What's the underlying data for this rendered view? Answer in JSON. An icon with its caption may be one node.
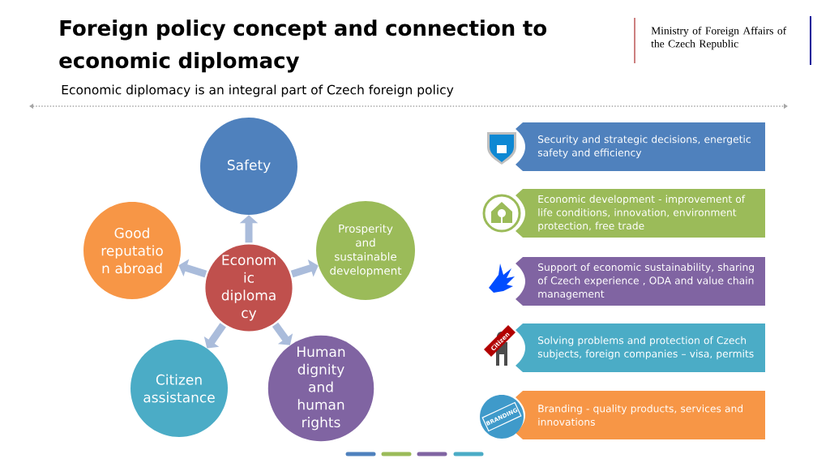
{
  "diagram": {
    "title": "Foreign policy concept and connection to economic diplomacy",
    "nodes": [
      {
        "text": [
          "Econom ic diploma cy"
        ]
      },
      {
        "text": [
          "Safety"
        ]
      },
      {
        "text": [
          "Prosperity and sustainable development"
        ]
      },
      {
        "text": [
          "Human dignity and human rights"
        ]
      },
      {
        "text": [
          "Citizen assistance"
        ]
      },
      {
        "text": [
          "Good reputatio n abroad"
        ]
      },
      {
        "text": [
          "Security and strategic decisions, energetic safety and efficiency"
        ]
      },
      {
        "text": [
          "Economic development - improvement of life conditions, innovation, environment protection, free trade"
        ]
      },
      {
        "text": [
          "Support of economic sustainability, sharing of Czech experience , ODA and  value chain management"
        ]
      },
      {
        "text": [
          "Solving problems and protection of Czech subjects, foreign companies – visa, permits"
        ]
      },
      {
        "text": [
          "Branding - quality products, services and innovations"
        ]
      }
    ],
    "edges": [
      {
        "from": 0,
        "to": 1,
        "arrow": "to"
      },
      {
        "from": 0,
        "to": 2,
        "arrow": "to"
      },
      {
        "from": 0,
        "to": 3,
        "arrow": "to"
      },
      {
        "from": 0,
        "to": 4,
        "arrow": "to"
      },
      {
        "from": 0,
        "to": 5,
        "arrow": "to"
      }
    ],
    "labels": [
      "Ministry of Foreign Affairs of the Czech Republic",
      "Economic diplomacy is an integral part of Czech foreign policy",
      "Citizen",
      "BRANDING"
    ]
  }
}
